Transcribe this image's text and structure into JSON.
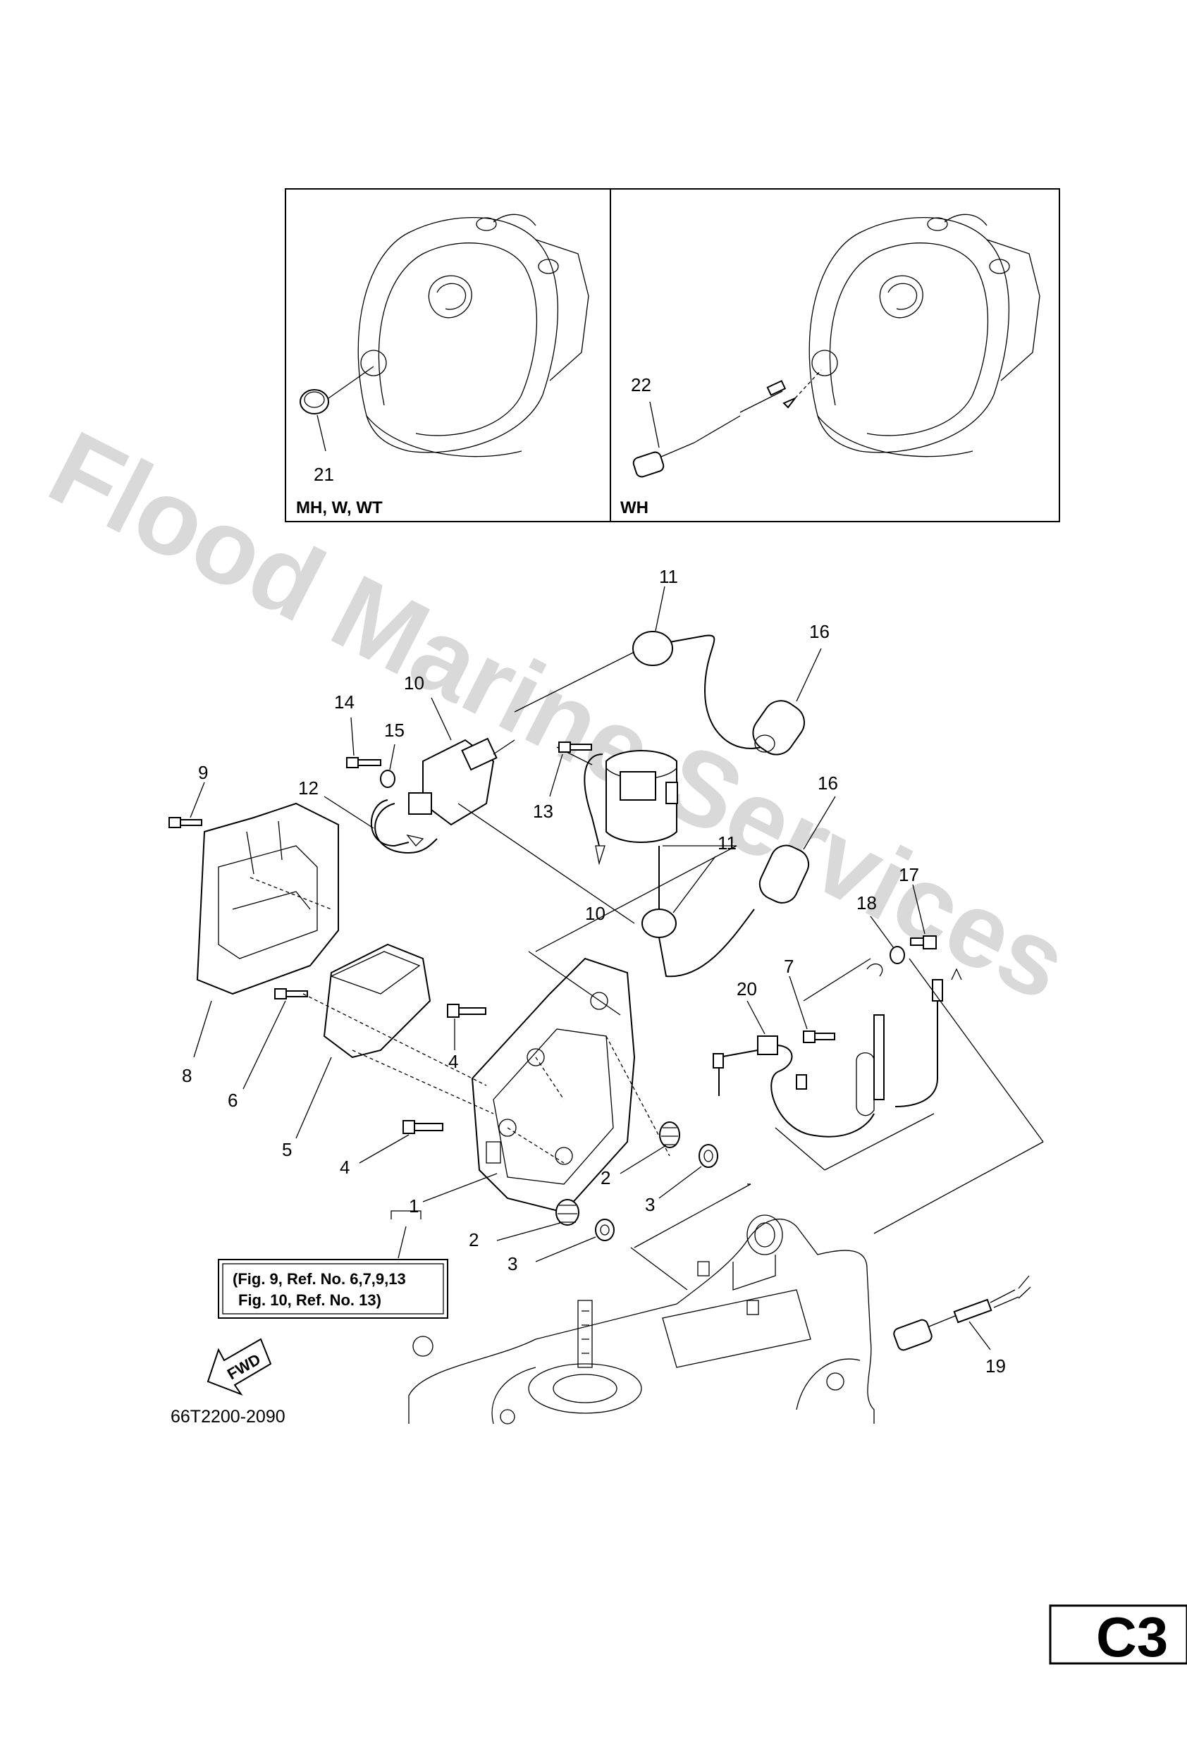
{
  "watermark": "Flood Marine Services",
  "inset": {
    "left_variant_label": "MH, W, WT",
    "right_variant_label": "WH"
  },
  "callouts": {
    "p1": "1",
    "p2a": "2",
    "p2b": "2",
    "p3a": "3",
    "p3b": "3",
    "p4a": "4",
    "p4b": "4",
    "p5": "5",
    "p6": "6",
    "p7": "7",
    "p8": "8",
    "p9": "9",
    "p10a": "10",
    "p10b": "10",
    "p11a": "11",
    "p11b": "11",
    "p12": "12",
    "p13": "13",
    "p14": "14",
    "p15": "15",
    "p16a": "16",
    "p16b": "16",
    "p17": "17",
    "p18": "18",
    "p19": "19",
    "p20": "20",
    "p21": "21",
    "p22": "22"
  },
  "note": {
    "line1": "(Fig. 9, Ref. No. 6,7,9,13",
    "line2": "Fig. 10, Ref. No. 13)"
  },
  "fwd_label": "FWD",
  "drawing_code": "66T2200-2090",
  "section_tag": "C3"
}
